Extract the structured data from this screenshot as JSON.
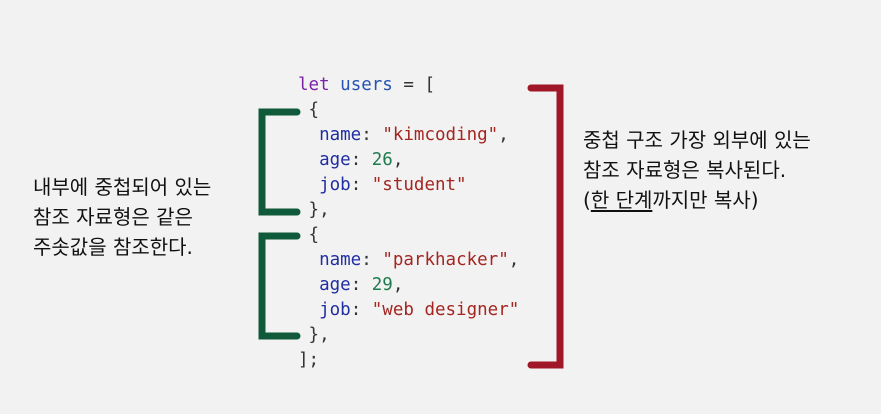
{
  "code": {
    "let_keyword": "let",
    "var_name": "users",
    "assign": " = ",
    "open_bracket": "[",
    "open_brace": "{",
    "close_brace_comma": "},",
    "close_bracket": "];",
    "users": [
      {
        "name_key": "name",
        "name_value": "\"kimcoding\"",
        "age_key": "age",
        "age_value": "26",
        "job_key": "job",
        "job_value": "\"student\""
      },
      {
        "name_key": "name",
        "name_value": "\"parkhacker\"",
        "age_key": "age",
        "age_value": "29",
        "job_key": "job",
        "job_value": "\"web designer\""
      }
    ]
  },
  "notes": {
    "left": {
      "line1": "내부에 중첩되어 있는",
      "line2": "참조 자료형은 같은",
      "line3": "주솟값을 참조한다."
    },
    "right": {
      "line1": "중첩 구조 가장 외부에 있는",
      "line2": "참조 자료형은 복사된다.",
      "line3_open": "(",
      "line3_underlined": "한 단계",
      "line3_rest": "까지만 복사)"
    }
  },
  "colors": {
    "background": "#f3f2f3",
    "inner_bracket": "#0f5a3a",
    "outer_bracket": "#a0172a",
    "keyword": "#7a22a8",
    "variable": "#2453b3",
    "key": "#1f2ea0",
    "string": "#a32621",
    "number": "#1d7a4e"
  }
}
